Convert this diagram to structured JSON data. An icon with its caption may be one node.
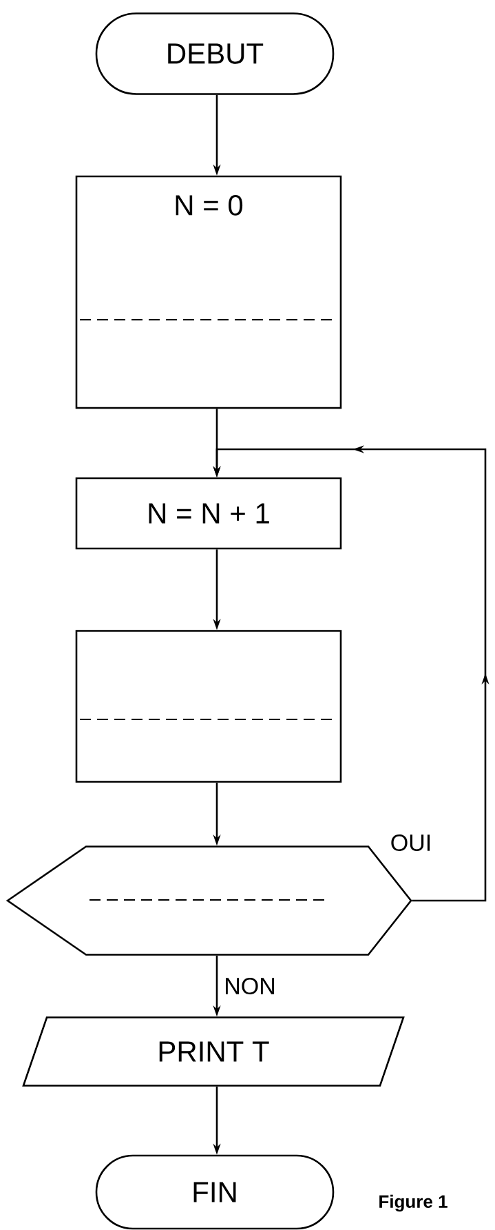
{
  "diagram": {
    "caption": "Figure 1",
    "nodes": [
      {
        "text": [
          "DEBUT"
        ]
      },
      {
        "text": [
          "N = 0"
        ]
      },
      {
        "text": [
          "N = N + 1"
        ]
      },
      {
        "text": [],
        "shape": "box"
      },
      {
        "text": [],
        "shape": "hexagon"
      },
      {
        "text": [
          "PRINT T"
        ]
      },
      {
        "text": [
          "FIN"
        ]
      }
    ],
    "edges": [
      {
        "from": 0,
        "to": 1,
        "arrow": "to"
      },
      {
        "from": 1,
        "to": 2,
        "arrow": "to"
      },
      {
        "from": 2,
        "to": 3,
        "arrow": "to"
      },
      {
        "from": 3,
        "to": 4,
        "arrow": "to"
      },
      {
        "from": 4,
        "to": 5,
        "arrow": "to",
        "label": "NON"
      },
      {
        "from": 5,
        "to": 6,
        "arrow": "to"
      },
      {
        "from": 4,
        "to": 2,
        "arrow": "to",
        "label": "OUI"
      }
    ]
  }
}
